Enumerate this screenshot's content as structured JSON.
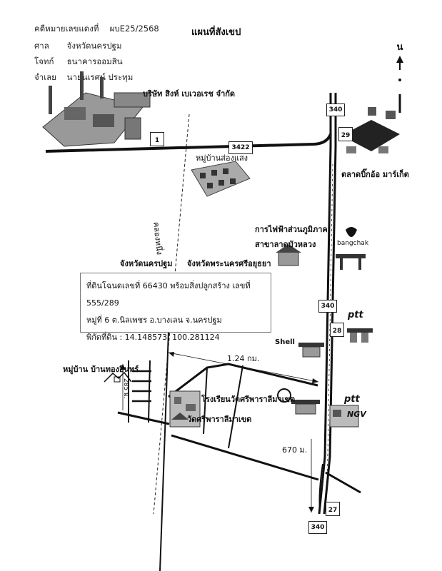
{
  "header": {
    "case_label": "คดีหมายเลขแดงที่",
    "case_value": "ผบE25/2568",
    "court_label": "ศาล",
    "court_value": "จังหวัดนครปฐม",
    "plaintiff_label": "โจทก์",
    "plaintiff_value": "ธนาคารออมสิน",
    "defendant_label": "จำเลย",
    "defendant_value": "นายนเรศน์  ประทุม"
  },
  "title": "แผนที่สังเขป",
  "north": {
    "letter": "น"
  },
  "labels": {
    "company": "บริษัท สิงห์ เบเวอเรช จำกัด",
    "village_songsaeng": "หมู่บ้านส่องแสง",
    "market": "ตลาดบิ๊กอ้อ มาร์เก็ต",
    "pea_line1": "การไฟฟ้าส่วนภูมิภาค",
    "pea_line2": "สาขาลาดบัวหลวง",
    "canal": "คลองหนึ่ง",
    "province_left": "จังหวัดนครปฐม",
    "province_right": "จังหวัดพระนครศรีอยุธยา",
    "village_thong": "หมู่บ้าน บ้านทองอินทร์",
    "school": "โรงเรียนวัดศรีพาราลีมาเขต",
    "temple": "วัดศรีพาราลีมาเขต",
    "dist_1": "1.24 กม.",
    "dist_2": "670 ม.",
    "dist_3": "285 ม."
  },
  "info": {
    "line1": "ที่ดินโฉนดเลขที่ 66430 พร้อมสิ่งปลูกสร้าง เลขที่ 555/289",
    "line2": "หมู่ที่ 6  ต.นิลเพชร   อ.บางเลน   จ.นครปฐม",
    "line3": "พิกัดที่ดิน : 14.148573, 100.281124"
  },
  "road_shields": {
    "r340_top": "340",
    "r3422": "3422",
    "r340_mid": "340",
    "r340_bottom": "340"
  },
  "km_markers": {
    "km1": "1",
    "km29": "29",
    "km28": "28",
    "km27": "27"
  },
  "brands": {
    "bangchak": "bangchak",
    "ptt1": "ptt",
    "ptt2": "ptt",
    "shell": "Shell",
    "ngv": "NGV"
  }
}
